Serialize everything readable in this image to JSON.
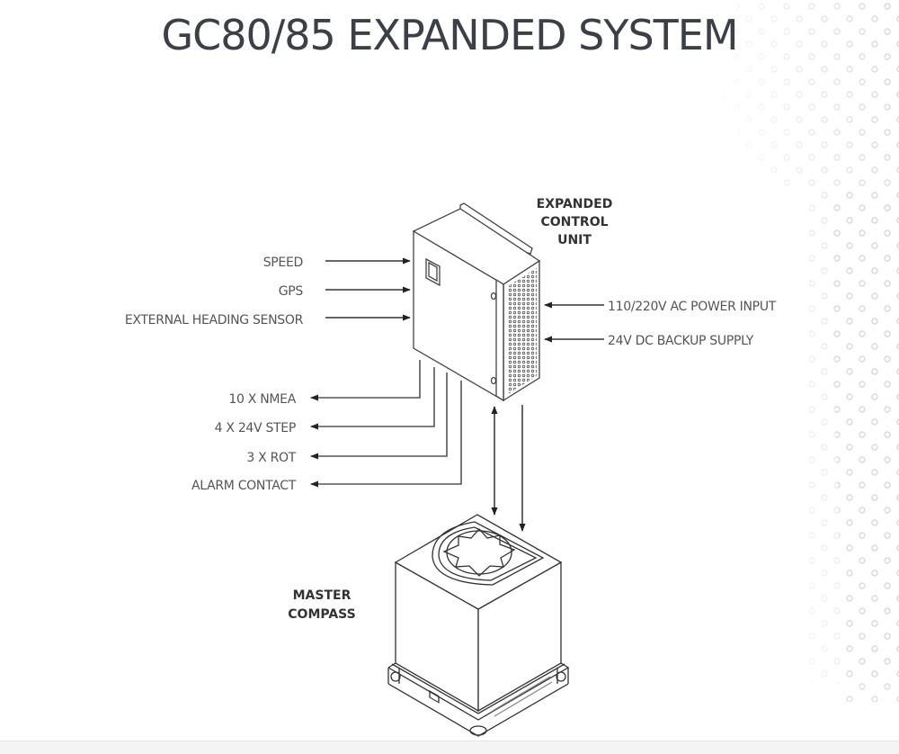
{
  "title": "GC80/85 EXPANDED SYSTEM",
  "components": {
    "control_unit": {
      "label_lines": [
        "EXPANDED",
        "CONTROL",
        "UNIT"
      ]
    },
    "master_compass": {
      "label_lines": [
        "MASTER",
        "COMPASS"
      ]
    }
  },
  "inputs_left": [
    {
      "label": "SPEED"
    },
    {
      "label": "GPS"
    },
    {
      "label": "EXTERNAL HEADING SENSOR"
    }
  ],
  "inputs_right": [
    {
      "label": "110/220V AC POWER INPUT"
    },
    {
      "label": "24V DC BACKUP SUPPLY"
    }
  ],
  "outputs_left": [
    {
      "label": "10 X NMEA"
    },
    {
      "label": "4 X 24V STEP"
    },
    {
      "label": "3 X ROT"
    },
    {
      "label": "ALARM CONTACT"
    }
  ],
  "colors": {
    "title": "#3a3f48",
    "line": "#444444",
    "label": "#555555",
    "dots": "#d4d4d4"
  }
}
